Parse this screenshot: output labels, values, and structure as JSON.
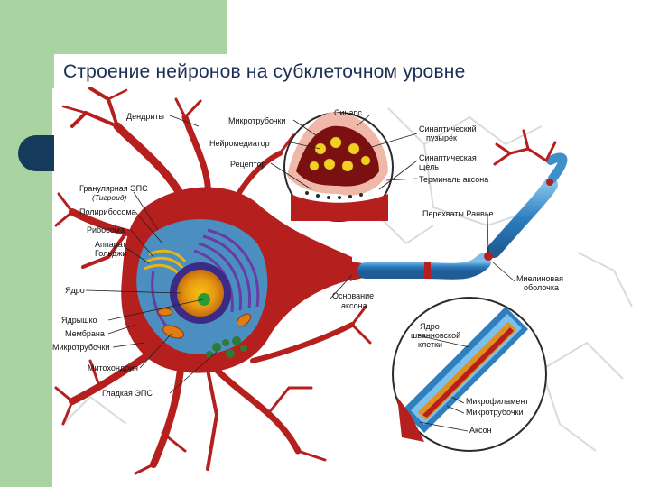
{
  "slide": {
    "title": "Строение нейронов на субклеточном уровне"
  },
  "labels": {
    "dendrites": "Дендриты",
    "microtubules_top": "Микротрубочки",
    "neurotransmitter": "Нейромедиатор",
    "receptor": "Рецептор",
    "granular_er": "Гранулярная ЭПС",
    "tigroid": "(Тигроид)",
    "polyribosome": "Полирибосома",
    "ribosome": "Рибосома",
    "golgi_1": "Аппарат",
    "golgi_2": "Гольджи",
    "nucleus": "Ядро",
    "nucleolus": "Ядрышко",
    "membrane": "Мембрана",
    "microtubules_left": "Микротрубочки",
    "mitochondria": "Митохондрия",
    "smooth_er": "Гладкая ЭПС",
    "axon_hillock_1": "Основание",
    "axon_hillock_2": "аксона",
    "synapse": "Синапс",
    "syn_vesicle_1": "Синаптический",
    "syn_vesicle_2": "пузырёк",
    "syn_cleft_1": "Синаптическая",
    "syn_cleft_2": "щель",
    "axon_terminal": "Терминаль аксона",
    "ranvier": "Перехваты Ранвье",
    "myelin_1": "Миелиновая",
    "myelin_2": "оболочка",
    "schwann_1": "Ядро",
    "schwann_2": "шванновской",
    "schwann_3": "клетки",
    "microfilament": "Микрофиламент",
    "microtubules_inset": "Микротрубочки",
    "axon": "Аксон"
  },
  "colors": {
    "slide_accent": "#a9d4a2",
    "tab": "#153a5c",
    "title_text": "#1a2f55",
    "neuron": "#b5201f",
    "myelin": "#3f8fc8",
    "nucleus": "#3c2a86"
  }
}
